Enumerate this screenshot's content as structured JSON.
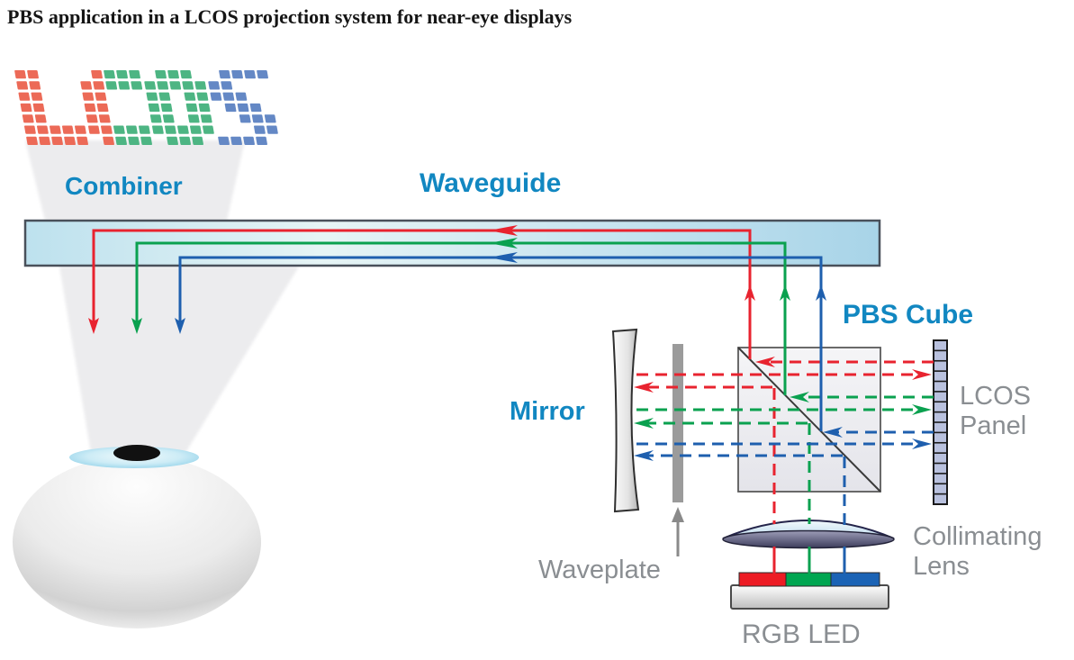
{
  "title": "PBS application in a LCOS projection system for near-eye displays",
  "logo": {
    "text": "LCOS",
    "colors": {
      "red": "#ec6a57",
      "green": "#4db583",
      "blue": "#6488c5"
    }
  },
  "labels": {
    "combiner": "Combiner",
    "waveguide": "Waveguide",
    "pbs_cube": "PBS Cube",
    "mirror": "Mirror",
    "waveplate": "Waveplate",
    "lcos_panel_line1": "LCOS",
    "lcos_panel_line2": "Panel",
    "collimating_lens_line1": "Collimating",
    "collimating_lens_line2": "Lens",
    "rgb_led": "RGB LED"
  },
  "colors": {
    "label_blue": "#1187c1",
    "label_gray": "#8a8e92",
    "beam_red": "#e8232f",
    "beam_green": "#0aa14f",
    "beam_blue": "#1e5fae",
    "led_red": "#ed1c24",
    "led_green": "#00a651",
    "led_blue": "#1b63b5",
    "waveguide_fill": "#bfe2ef",
    "panel_fill": "#b9c1de",
    "waveplate_gray": "#9b9b9b",
    "cone_gray": "#ececee"
  }
}
